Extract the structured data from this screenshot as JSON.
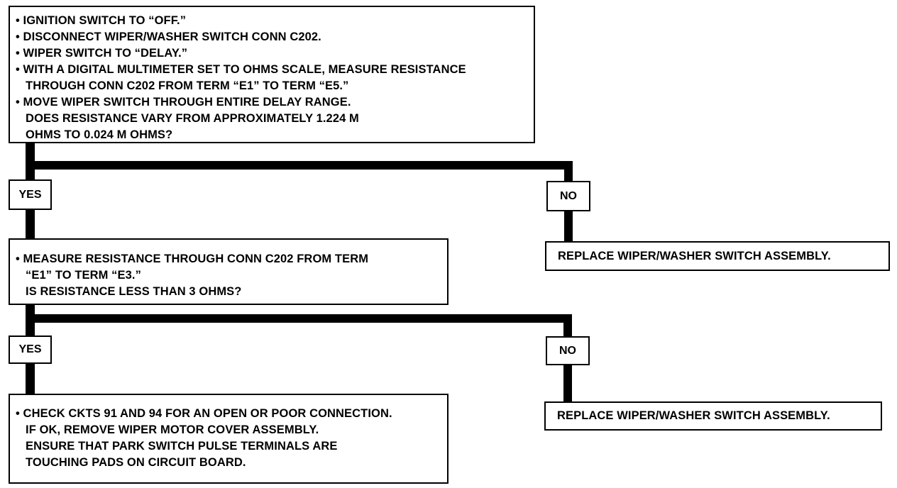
{
  "step1": {
    "lines": [
      "• IGNITION SWITCH TO “OFF.”",
      "• DISCONNECT WIPER/WASHER SWITCH CONN C202.",
      "• WIPER SWITCH TO “DELAY.”",
      "• WITH A DIGITAL MULTIMETER SET TO OHMS SCALE, MEASURE RESISTANCE",
      "   THROUGH CONN C202 FROM TERM “E1” TO TERM “E5.”",
      "• MOVE WIPER SWITCH THROUGH ENTIRE DELAY RANGE.",
      "   DOES RESISTANCE VARY FROM APPROXIMATELY 1.224 M",
      "   OHMS TO 0.024 M OHMS?"
    ]
  },
  "branch1": {
    "yes_label": "YES",
    "no_label": "NO",
    "no_result": "REPLACE WIPER/WASHER SWITCH ASSEMBLY."
  },
  "step2": {
    "lines": [
      "• MEASURE RESISTANCE THROUGH CONN C202 FROM TERM",
      "   “E1” TO TERM “E3.”",
      "   IS RESISTANCE LESS THAN 3 OHMS?"
    ]
  },
  "branch2": {
    "yes_label": "YES",
    "no_label": "NO",
    "no_result": "REPLACE WIPER/WASHER SWITCH ASSEMBLY."
  },
  "step3": {
    "lines": [
      "• CHECK CKTS 91 AND 94 FOR AN OPEN OR POOR CONNECTION.",
      "   IF OK, REMOVE WIPER MOTOR COVER ASSEMBLY.",
      "   ENSURE THAT PARK SWITCH PULSE TERMINALS ARE",
      "   TOUCHING PADS ON CIRCUIT BOARD."
    ]
  }
}
